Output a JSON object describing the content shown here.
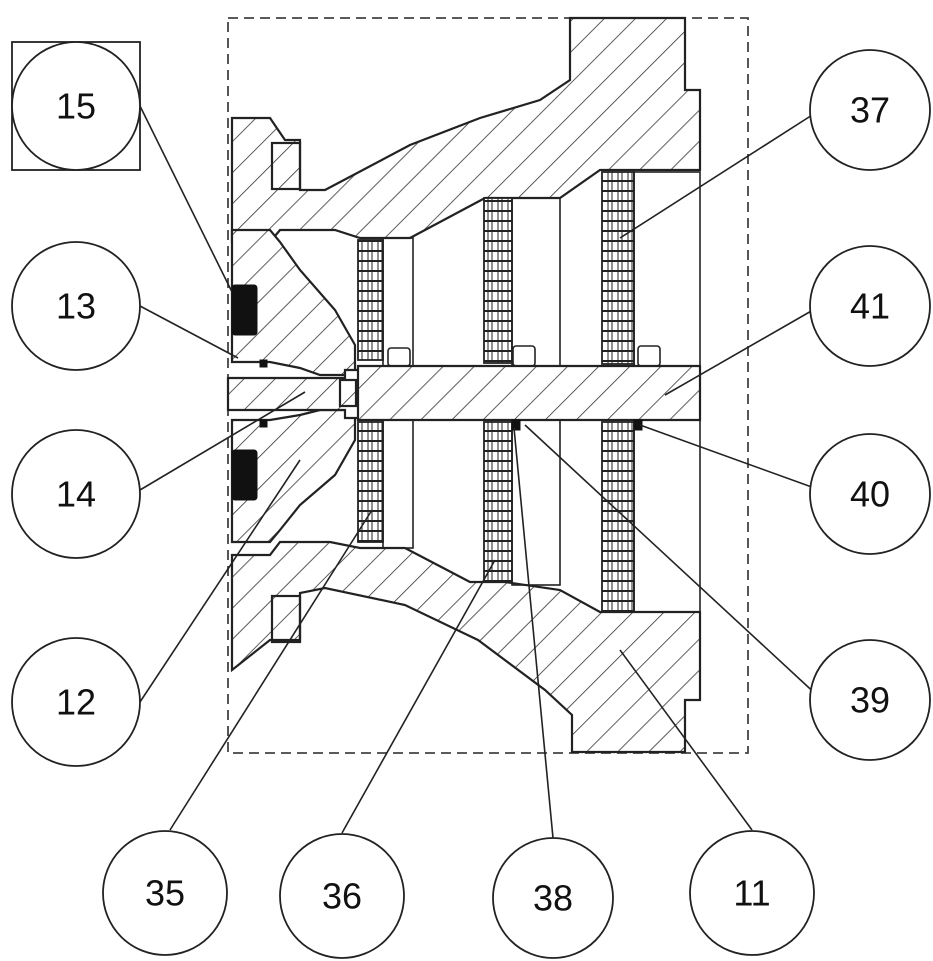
{
  "balloons": {
    "b15": "15",
    "b13": "13",
    "b14": "14",
    "b12": "12",
    "b37": "37",
    "b41": "41",
    "b40": "40",
    "b39": "39",
    "b35": "35",
    "b36": "36",
    "b38": "38",
    "b11": "11"
  },
  "colors": {
    "line": "#222222",
    "background": "#ffffff"
  }
}
